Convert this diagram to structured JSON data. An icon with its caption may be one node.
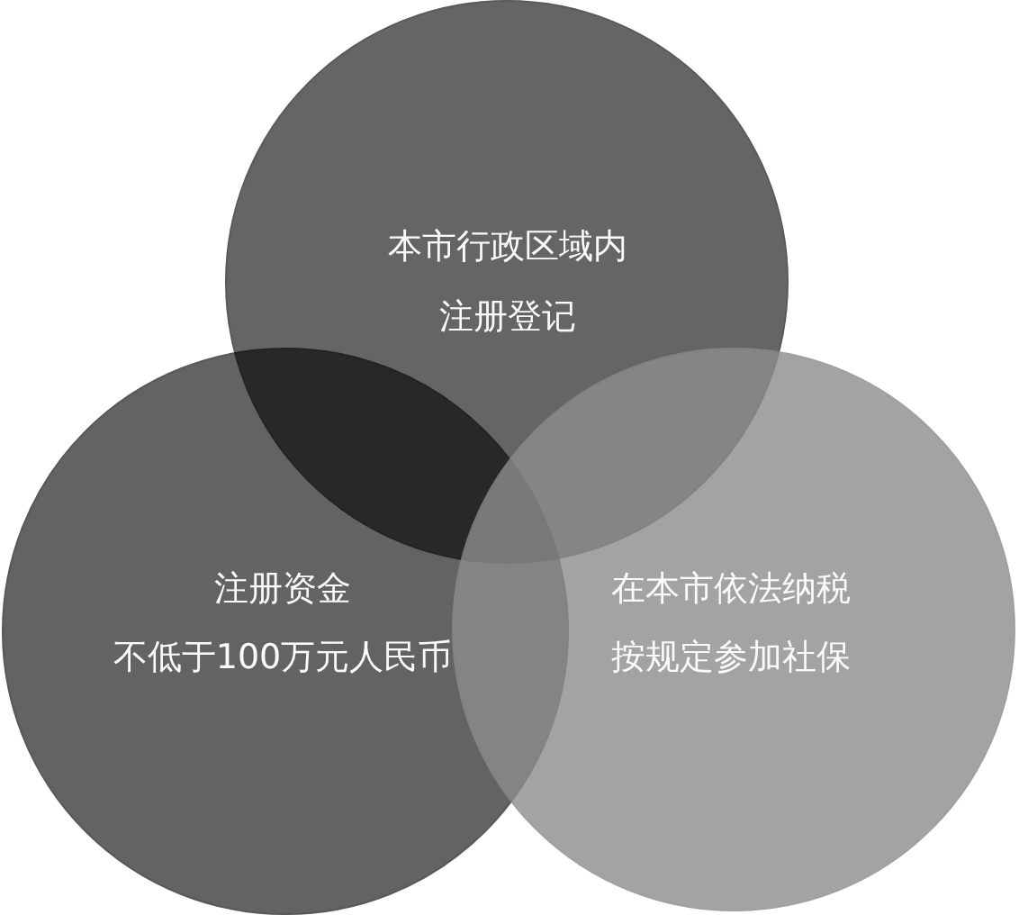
{
  "diagram": {
    "nodes": [
      {
        "text": [
          "本市行政区域内注册登记"
        ]
      },
      {
        "text": [
          "注册资金",
          "不低于100万元人民币"
        ]
      },
      {
        "text": [
          "在本市依法纳税",
          "按规定参加社保"
        ]
      }
    ]
  }
}
